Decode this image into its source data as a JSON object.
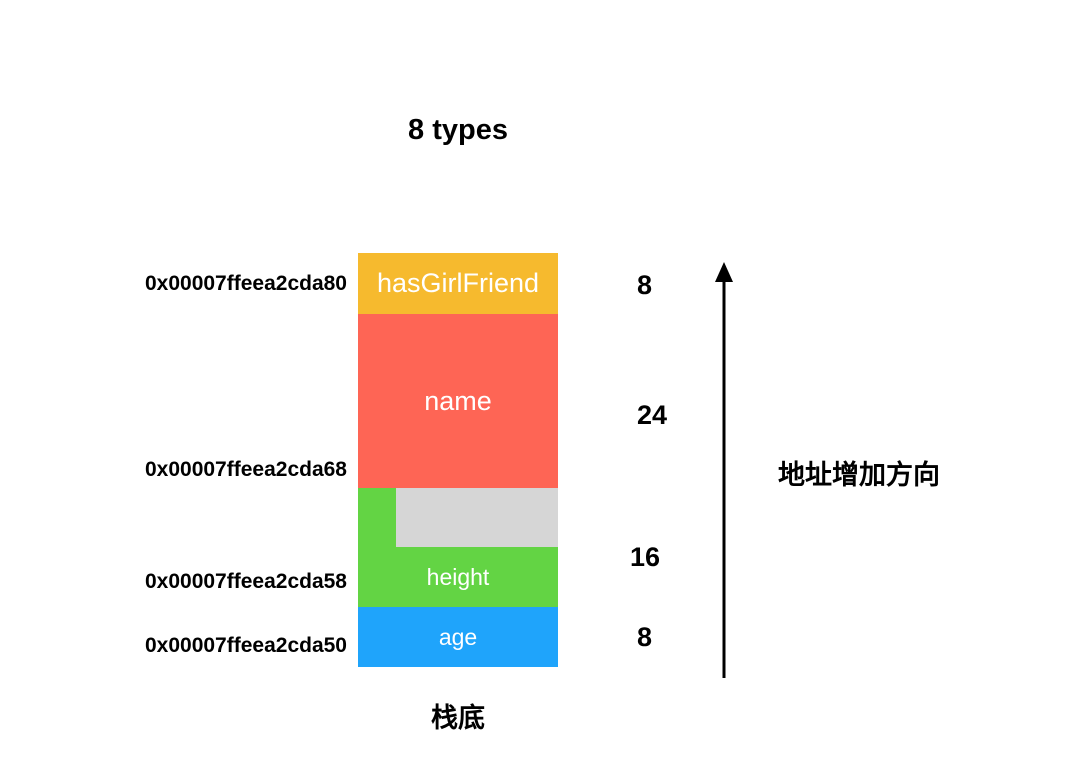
{
  "title": "8 types",
  "blocks": {
    "hasGirlFriend": {
      "label": "hasGirlFriend",
      "color": "#F6BA2E"
    },
    "name": {
      "label": "name",
      "color": "#FE6555"
    },
    "padding": {
      "outer_color": "#63D444",
      "inner_color": "#D6D6D6"
    },
    "height": {
      "label": "height",
      "color": "#63D444"
    },
    "age": {
      "label": "age",
      "color": "#1FA4FB"
    }
  },
  "addresses": {
    "a80": "0x00007ffeea2cda80",
    "a68": "0x00007ffeea2cda68",
    "a58": "0x00007ffeea2cda58",
    "a50": "0x00007ffeea2cda50"
  },
  "sizes": {
    "hasGirlFriend": "8",
    "name": "24",
    "height": "16",
    "age": "8"
  },
  "direction_label": "地址增加方向",
  "stack_bottom_label": "栈底"
}
